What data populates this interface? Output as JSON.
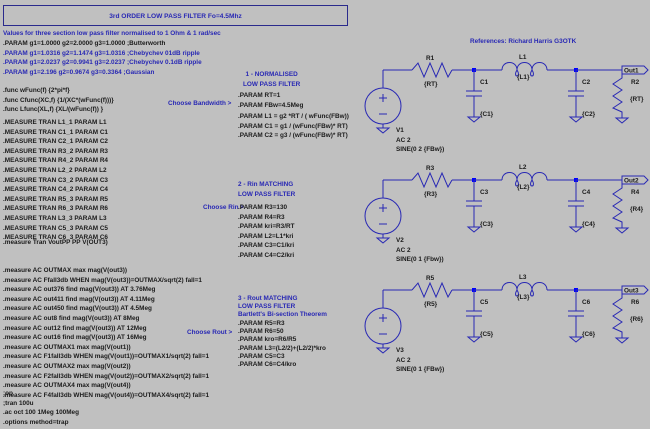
{
  "title": "3rd ORDER LOW PASS FILTER Fo=4.5Mhz",
  "intro": "Values for three section low pass filter normalised to 1 Ohm & 1 rad/sec",
  "params_g": [
    {
      "text": ".PARAM g1=1.0000 g2=2.0000 g3=1.0000 ;Butterworth",
      "active": true
    },
    {
      "text": ".PARAM g1=1.0316 g2=1.1474 g3=1.0316 ;Chebychev 01dB ripple",
      "active": false
    },
    {
      "text": ".PARAM g1=2.0237 g2=0.9941 g3=2.0237 ;Chebychev 0.1dB ripple",
      "active": false
    },
    {
      "text": ".PARAM g1=2.196 g2=0.9674 g3=0.3364 ;Gaussian",
      "active": false
    }
  ],
  "funcs": [
    ".func wFunc(f) {2*pi*f}",
    ".func Cfunc(XC,f) {1/(XC*(wFunc(f)))}",
    ".func Lfunc(XL,f) {XL/(wFunc(f)) }"
  ],
  "measure_tran": [
    ".MEASURE TRAN L1_1 PARAM L1",
    ".MEASURE TRAN C1_1 PARAM C1",
    ".MEASURE TRAN C2_1 PARAM C2",
    ".MEASURE TRAN R3_2 PARAM R3",
    ".MEASURE TRAN R4_2 PARAM R4",
    ".MEASURE TRAN L2_2 PARAM L2",
    ".MEASURE TRAN C3_2 PARAM C3",
    ".MEASURE TRAN C4_2 PARAM C4",
    ".MEASURE TRAN R5_3 PARAM R5",
    ".MEASURE TRAN R6_3 PARAM R6",
    ".MEASURE TRAN L3_3 PARAM L3",
    ".MEASURE TRAN C5_3 PARAM C5",
    ".MEASURE TRAN C6_3 PARAM C6"
  ],
  "measure_voutpp": ".measure Tran VoutPP PP V(OUT3)",
  "measure_ac": [
    ".measure AC OUTMAX max mag(V(out3))",
    ".measure AC Ffall3db WHEN mag(V(out3))=OUTMAX/sqrt(2) fall=1",
    ".measure AC out376 find mag(V(out3)) AT  3.76Meg",
    ".measure AC out411 find mag(V(out3)) AT  4.11Meg",
    ".measure AC out450 find mag(V(out3)) AT  4.5Meg",
    ".measure AC out8 find mag(V(out3)) AT  8Meg",
    ".measure AC out12 find mag(V(out3)) AT  12Meg",
    ".measure AC out16 find mag(V(out3)) AT  16Meg",
    ".measure AC OUTMAX1 max mag(V(out1))",
    ".measure AC F1fall3db WHEN mag(V(out1))=OUTMAX1/sqrt(2) fall=1",
    ".measure AC OUTMAX2 max mag(V(out2))",
    ".measure AC F2fall3db WHEN mag(V(out2))=OUTMAX2/sqrt(2) fall=1",
    ".measure AC OUTMAX4 max mag(V(out4))",
    ".measure AC F4fall3db WHEN mag(V(out4))=OUTMAX4/sqrt(2) fall=1"
  ],
  "sim_cmds": [
    ";op",
    ";tran 100u",
    ".ac oct 100 1Meg 100Meg",
    ".options method=trap"
  ],
  "section1": {
    "heading": [
      "1 - NORMALISED",
      "LOW PASS FILTER"
    ],
    "choose_label": "Choose Bandwidth >",
    "params_a": [
      ".PARAM RT=1",
      ".PARAM FBw=4.5Meg"
    ],
    "params_b": [
      ".PARAM L1 = g2 *RT / ( wFunc(FBw))",
      ".PARAM C1 = g1 / (wFunc(FBw)* RT)",
      ".PARAM C2 = g3 / (wFunc(FBw)* RT)"
    ]
  },
  "section2": {
    "heading": [
      "2 - Rin MATCHING",
      "LOW PASS FILTER"
    ],
    "choose_label": "Choose Rin >",
    "params": [
      ".PARAM R3=130",
      ".PARAM R4=R3",
      ".PARAM kri=R3/RT",
      ".PARAM L2=L1*kri",
      ".PARAM C3=C1/kri",
      ".PARAM C4=C2/kri"
    ]
  },
  "section3": {
    "heading": [
      "3 - Rout MATCHING",
      "LOW PASS FILTER",
      "Bartlett's Bi-section Theorem"
    ],
    "choose_label": "Choose Rout >",
    "params": [
      ".PARAM R5=R3",
      ".PARAM R6=50",
      ".PARAM kro=R6/R5",
      ".PARAM L3=(L2/2)+(L2/2)*kro",
      ".PARAM C5=C3",
      ".PARAM C6=C4/kro"
    ]
  },
  "references": "References: Richard Harris G3OTK",
  "circuits": [
    {
      "source": {
        "name": "V1",
        "ac": "AC 2",
        "sine": "SINE(0 2 {FBw})"
      },
      "rin": {
        "name": "R1",
        "value": "{RT}"
      },
      "c_a": {
        "name": "C1",
        "value": "{C1}"
      },
      "ind": {
        "name": "L1",
        "value": "{L1}"
      },
      "c_b": {
        "name": "C2",
        "value": "{C2}"
      },
      "rload": {
        "name": "R2",
        "value": "{RT}"
      },
      "out": "Out1"
    },
    {
      "source": {
        "name": "V2",
        "ac": "AC 2",
        "sine": "SINE(0 1 {Fbw})"
      },
      "rin": {
        "name": "R3",
        "value": "{R3}"
      },
      "c_a": {
        "name": "C3",
        "value": "{C3}"
      },
      "ind": {
        "name": "L2",
        "value": "{L2}"
      },
      "c_b": {
        "name": "C4",
        "value": "{C4}"
      },
      "rload": {
        "name": "R4",
        "value": "{R4}"
      },
      "out": "Out2"
    },
    {
      "source": {
        "name": "V3",
        "ac": "AC 2",
        "sine": "SINE(0 1 {FBw})"
      },
      "rin": {
        "name": "R5",
        "value": "{R5}"
      },
      "c_a": {
        "name": "C5",
        "value": "{C5}"
      },
      "ind": {
        "name": "L3",
        "value": "{L3}"
      },
      "c_b": {
        "name": "C6",
        "value": "{C6}"
      },
      "rload": {
        "name": "R6",
        "value": "{R6}"
      },
      "out": "Out3"
    }
  ],
  "colors": {
    "wire": "#2828b4",
    "comment": "#2828b4",
    "directive": "#1a1a1a",
    "background": "#c0c0c0",
    "junction": "#0000ff"
  }
}
